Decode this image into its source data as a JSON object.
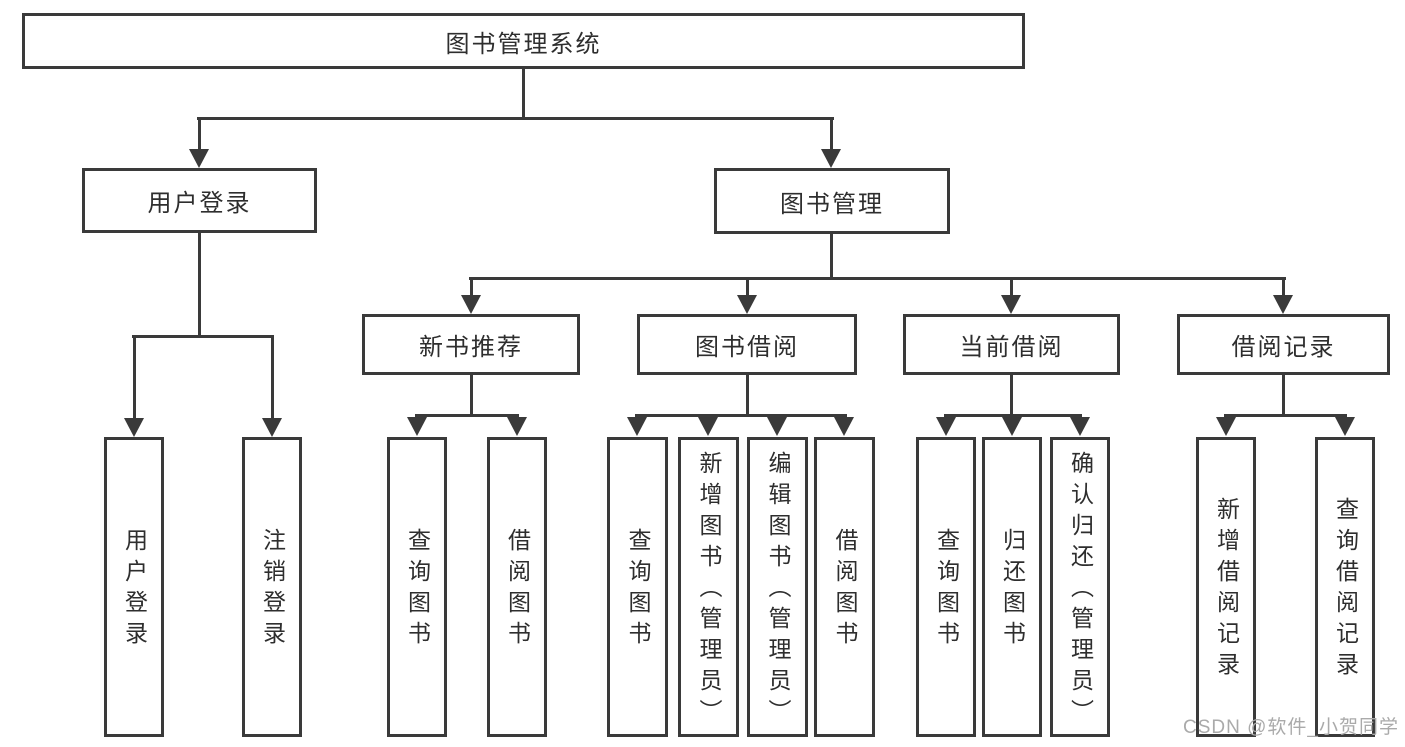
{
  "diagram": {
    "root": "图书管理系统",
    "level1": [
      "用户登录",
      "图书管理"
    ],
    "level2": [
      "新书推荐",
      "图书借阅",
      "当前借阅",
      "借阅记录"
    ],
    "leaves_login": [
      "用户登录",
      "注销登录"
    ],
    "leaves_newbook": [
      "查询图书",
      "借阅图书"
    ],
    "leaves_borrow": [
      "查询图书",
      "新增图书（管理员）",
      "编辑图书（管理员）",
      "借阅图书"
    ],
    "leaves_current": [
      "查询图书",
      "归还图书",
      "确认归还（管理员）"
    ],
    "leaves_records": [
      "新增借阅记录",
      "查询借阅记录"
    ],
    "watermark": "CSDN @软件_小贺同学",
    "colors": {
      "line": "#3a3a3a",
      "text": "#2e2e2e",
      "box_fill": "#ffffff",
      "watermark": "#aaaaaa",
      "background": "#ffffff"
    }
  }
}
